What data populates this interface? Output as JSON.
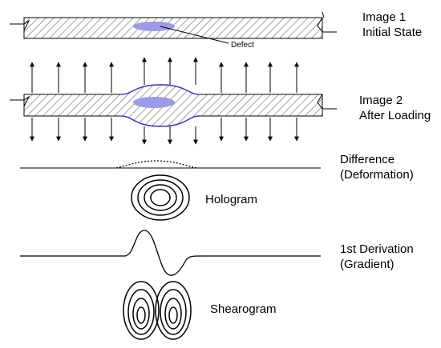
{
  "labels": {
    "image1_title": "Image 1",
    "image1_sub": "Initial State",
    "defect": "Defect",
    "image2_title": "Image 2",
    "image2_sub": "After Loading",
    "difference_title": "Difference",
    "difference_sub": "(Deformation)",
    "hologram": "Hologram",
    "derivation_title": "1st Derivation",
    "derivation_sub": "(Gradient)",
    "shearogram": "Shearogram"
  },
  "colors": {
    "defect_fill": "#9a9ae8",
    "bulge_outline": "#3333cc",
    "hatch": "#555555",
    "line": "#000000"
  }
}
